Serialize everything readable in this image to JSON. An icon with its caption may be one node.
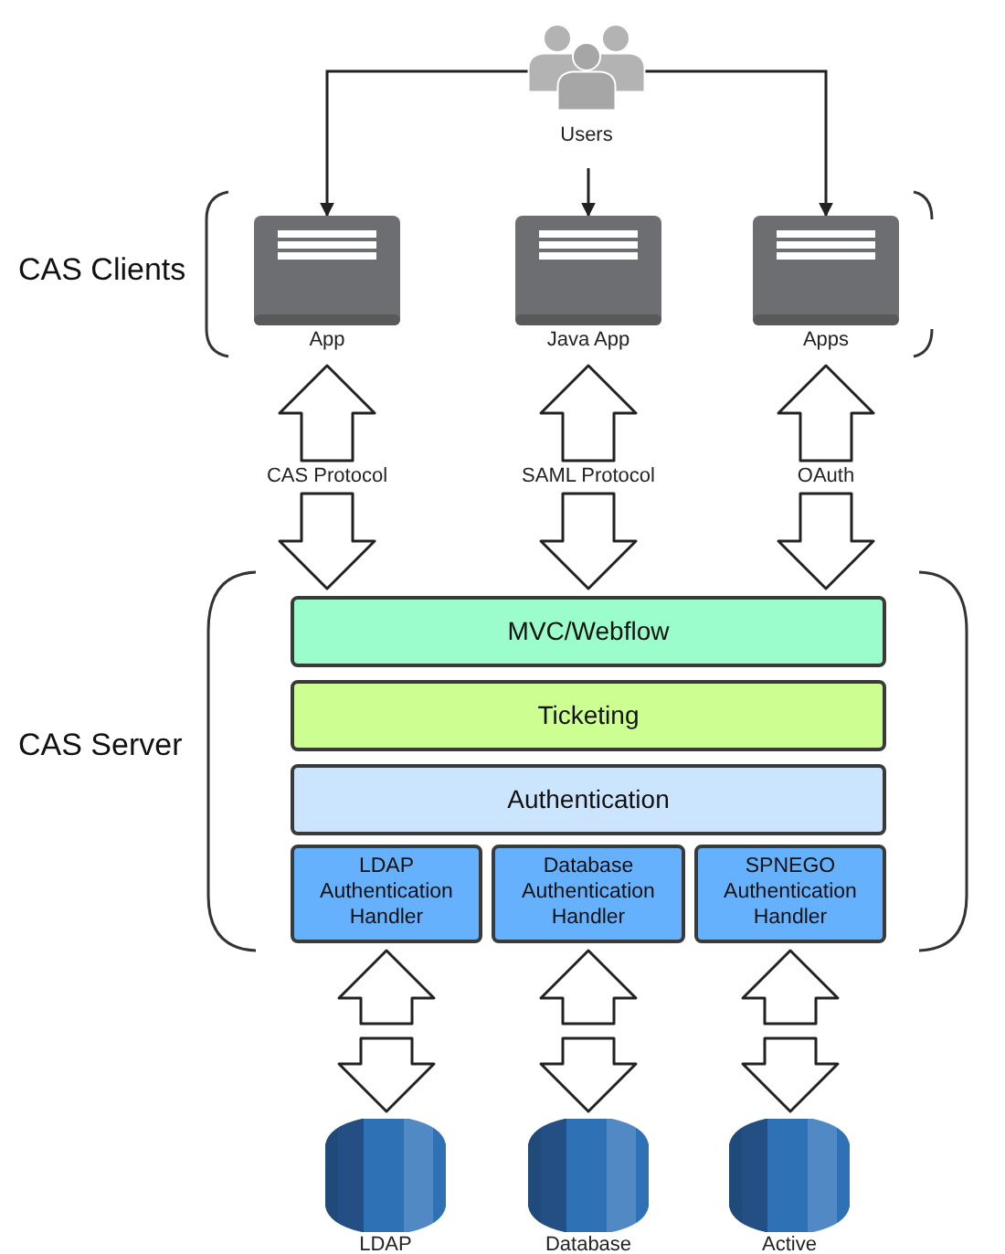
{
  "diagram": {
    "nodes": [
      {
        "text": [
          "Users"
        ]
      },
      {
        "text": [
          "App"
        ]
      },
      {
        "text": [
          "Java App"
        ]
      },
      {
        "text": [
          "Apps"
        ]
      },
      {
        "text": [
          "MVC/Webflow"
        ]
      },
      {
        "text": [
          "Ticketing"
        ]
      },
      {
        "text": [
          "Authentication"
        ]
      },
      {
        "text": [
          "LDAP Authentication Handler"
        ]
      },
      {
        "text": [
          "Database Authentication Handler"
        ]
      },
      {
        "text": [
          "SPNEGO Authentication Handler"
        ]
      },
      {
        "text": [
          "LDAP"
        ]
      },
      {
        "text": [
          "Database"
        ]
      },
      {
        "text": [
          "Active"
        ]
      }
    ],
    "edges": [
      {
        "from": 0,
        "to": 1,
        "arrow": "to"
      },
      {
        "from": 0,
        "to": 2,
        "arrow": "to"
      },
      {
        "from": 0,
        "to": 3,
        "arrow": "to"
      },
      {
        "from": 1,
        "to": 4,
        "arrow": "both",
        "label": "CAS Protocol",
        "style": "thick"
      },
      {
        "from": 2,
        "to": 4,
        "arrow": "both",
        "label": "SAML Protocol",
        "style": "thick"
      },
      {
        "from": 3,
        "to": 4,
        "arrow": "both",
        "label": "OAuth",
        "style": "thick"
      },
      {
        "from": 7,
        "to": 10,
        "arrow": "both",
        "style": "thick"
      },
      {
        "from": 8,
        "to": 11,
        "arrow": "both",
        "style": "thick"
      },
      {
        "from": 9,
        "to": 12,
        "arrow": "both",
        "style": "thick"
      }
    ],
    "labels": [
      "CAS Clients",
      "CAS Server"
    ]
  }
}
